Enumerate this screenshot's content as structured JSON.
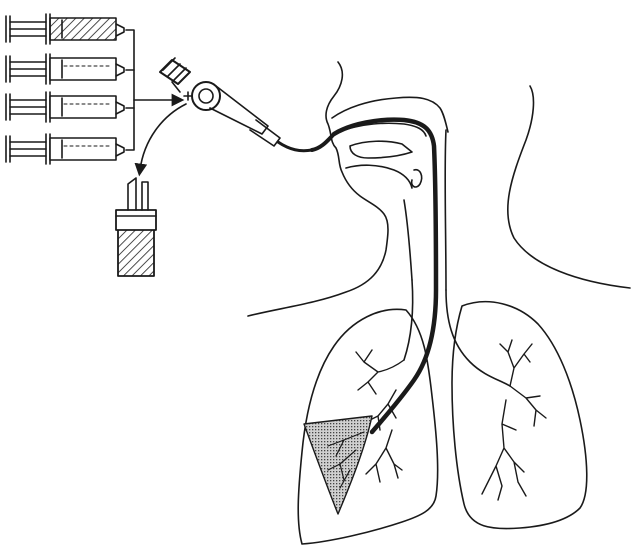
{
  "diagram": {
    "colors": {
      "line": "#1a1a1a",
      "background": "#ffffff",
      "lavage_region": "#bdbdbd"
    },
    "syringes": [
      {
        "state": "filled"
      },
      {
        "state": "empty"
      },
      {
        "state": "empty"
      },
      {
        "state": "empty"
      }
    ]
  }
}
